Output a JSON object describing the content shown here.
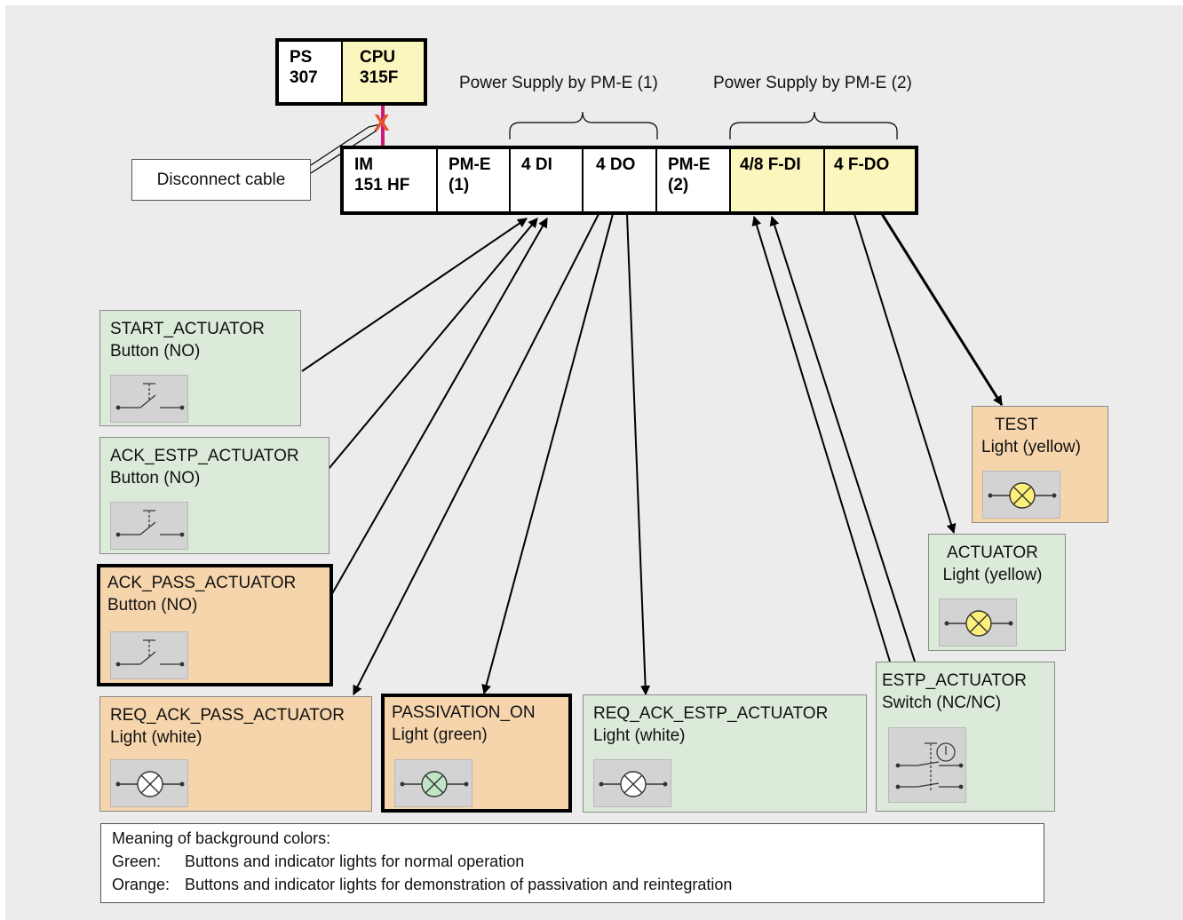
{
  "rack": {
    "ps": [
      "PS",
      "307"
    ],
    "cpu": [
      "CPU",
      "315F"
    ]
  },
  "station": {
    "im": [
      "IM",
      "151 HF"
    ],
    "pme1": [
      "PM-E",
      "(1)"
    ],
    "di": [
      "4 DI"
    ],
    "do": [
      "4 DO"
    ],
    "pme2": [
      "PM-E",
      "(2)"
    ],
    "fdi": [
      "4/8 F-DI"
    ],
    "fdo": [
      "4 F-DO"
    ]
  },
  "supply_labels": {
    "pme1": "Power Supply by PM-E (1)",
    "pme2": "Power Supply by PM-E (2)"
  },
  "disconnect": {
    "label": "Disconnect cable",
    "mark": "X"
  },
  "devices": {
    "start_actuator": {
      "name": "START_ACTUATOR",
      "type": "Button (NO)",
      "icon": "pushbutton-no-icon"
    },
    "ack_estp_actuator": {
      "name": "ACK_ESTP_ACTUATOR",
      "type": "Button (NO)",
      "icon": "pushbutton-no-icon"
    },
    "ack_pass_actuator": {
      "name": "ACK_PASS_ACTUATOR",
      "type": "Button (NO)",
      "icon": "pushbutton-no-icon"
    },
    "req_ack_pass_actuator": {
      "name": "REQ_ACK_PASS_ACTUATOR",
      "type": "Light (white)",
      "icon": "lamp-icon"
    },
    "passivation_on": {
      "name": "PASSIVATION_ON",
      "type": "Light (green)",
      "icon": "lamp-icon"
    },
    "req_ack_estp_actuator": {
      "name": "REQ_ACK_ESTP_ACTUATOR",
      "type": "Light (white)",
      "icon": "lamp-icon"
    },
    "estp_actuator": {
      "name": "ESTP_ACTUATOR",
      "type": "Switch (NC/NC)",
      "icon": "emergency-stop-switch-icon"
    },
    "actuator": {
      "name": "ACTUATOR",
      "type": "Light (yellow)",
      "icon": "lamp-icon"
    },
    "test": {
      "name": "TEST",
      "type": "Light (yellow)",
      "icon": "lamp-icon"
    }
  },
  "legend": {
    "title": "Meaning of background colors:",
    "green_key": "Green:",
    "green_text": "Buttons and indicator lights  for normal operation",
    "orange_key": "Orange:",
    "orange_text": "Buttons and indicator lights for demonstration of passivation and reintegration"
  },
  "colors": {
    "green_card": "#dcebd9",
    "orange_card": "#f6d5ad",
    "yellow_module": "#fbf6bd",
    "cable": "#d0187a",
    "disconnect_mark": "#e8542a",
    "lamp_white": "#ffffff",
    "lamp_green": "#bfe7c6",
    "lamp_yellow": "#fdf07a"
  }
}
